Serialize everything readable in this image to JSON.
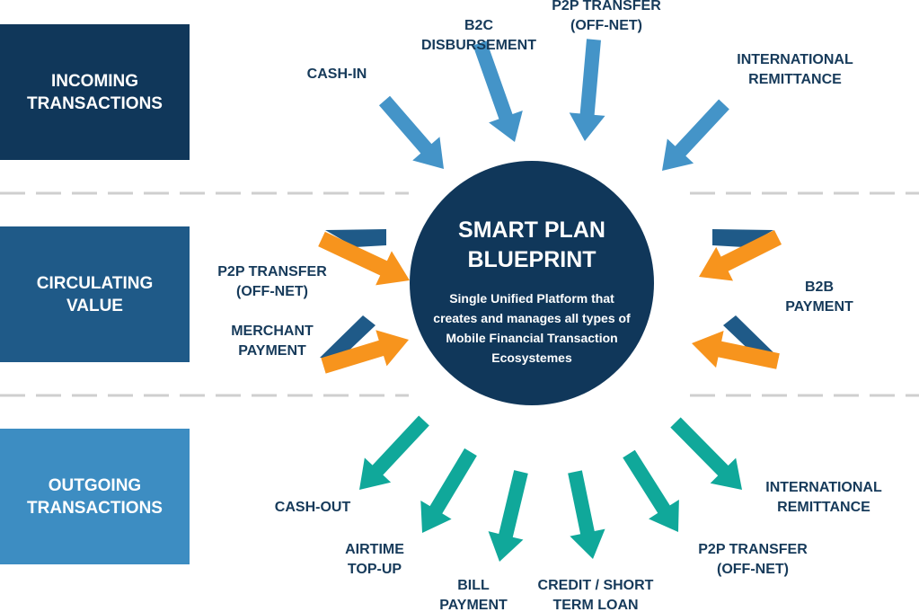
{
  "colors": {
    "navy": "#10375a",
    "circulating": "#1f5a88",
    "outgoing": "#3d8dc2",
    "incoming_arrow": "#4494c8",
    "orange_arrow": "#f7941d",
    "teal_arrow": "#10a89a",
    "label": "#163a5a"
  },
  "categories": {
    "incoming": [
      "INCOMING",
      "TRANSACTIONS"
    ],
    "circulating": [
      "CIRCULATING",
      "VALUE"
    ],
    "outgoing": [
      "OUTGOING",
      "TRANSACTIONS"
    ]
  },
  "center": {
    "title": [
      "SMART PLAN",
      "BLUEPRINT"
    ],
    "subtitle": [
      "Single Unified Platform that",
      "creates and manages all types of",
      "Mobile Financial Transaction",
      "Ecosystemes"
    ]
  },
  "incoming": [
    {
      "lines": [
        "CASH-IN"
      ]
    },
    {
      "lines": [
        "B2C",
        "DISBURSEMENT"
      ]
    },
    {
      "lines": [
        "P2P TRANSFER",
        "(OFF-NET)"
      ]
    },
    {
      "lines": [
        "INTERNATIONAL",
        "REMITTANCE"
      ]
    }
  ],
  "circulating": [
    {
      "lines": [
        "P2P TRANSFER",
        "(OFF-NET)"
      ]
    },
    {
      "lines": [
        "MERCHANT",
        "PAYMENT"
      ]
    },
    {
      "lines": [
        "B2B",
        "PAYMENT"
      ]
    }
  ],
  "outgoing": [
    {
      "lines": [
        "CASH-OUT"
      ]
    },
    {
      "lines": [
        "AIRTIME",
        "TOP-UP"
      ]
    },
    {
      "lines": [
        "BILL",
        "PAYMENT"
      ]
    },
    {
      "lines": [
        "CREDIT / SHORT",
        "TERM LOAN"
      ]
    },
    {
      "lines": [
        "P2P TRANSFER",
        "(OFF-NET)"
      ]
    },
    {
      "lines": [
        "INTERNATIONAL",
        "REMITTANCE"
      ]
    }
  ]
}
